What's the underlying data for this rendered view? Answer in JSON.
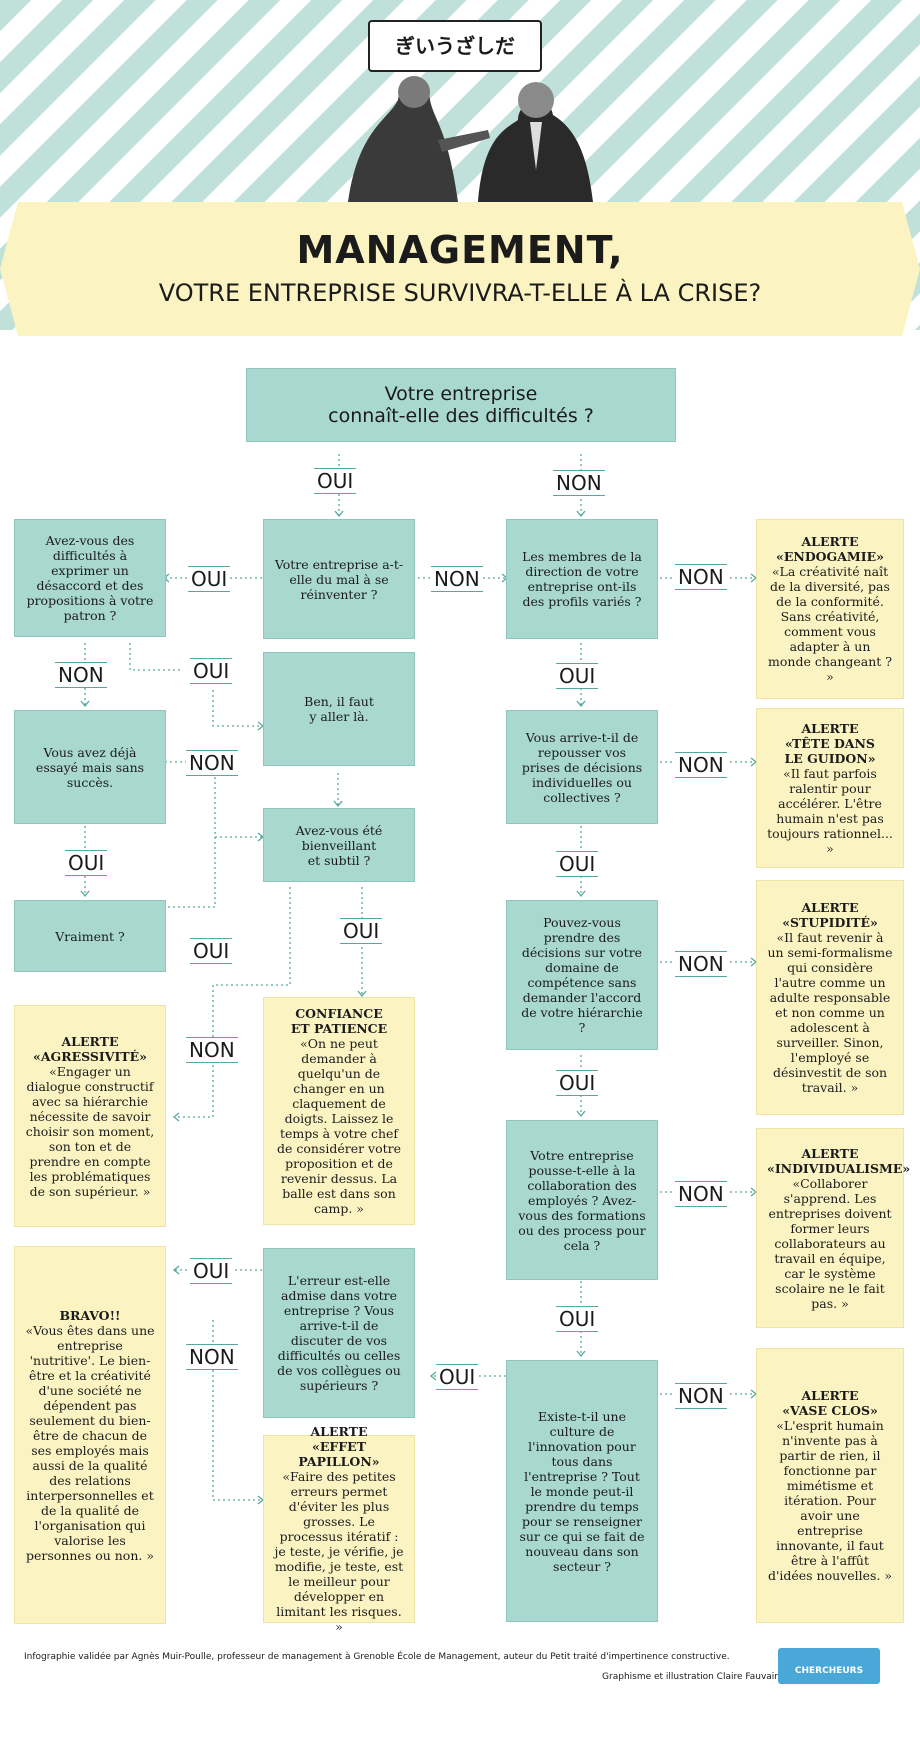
{
  "header": {
    "speech_bubble": "ぎいうざしだ",
    "title_line1": "MANAGEMENT,",
    "title_line2": "VOTRE ENTREPRISE SURVIVRA-T-ELLE À LA CRISE?"
  },
  "nodes": {
    "start": "Votre entreprise\nconnaît-elle des difficultés ?",
    "reinventer": "Votre entreprise a-t-elle du mal à se réinventer ?",
    "profils": "Les membres de la direction de votre entreprise ont-ils des profils variés ?",
    "desaccord": "Avez-vous des difficultés à exprimer un désaccord et des propositions à votre patron ?",
    "ben": "Ben, il faut\ny aller là.",
    "deja": "Vous avez déjà essayé mais sans succès.",
    "bienveillant": "Avez-vous été bienveillant\net subtil ?",
    "vraiment": "Vraiment ?",
    "repousser": "Vous arrive-t-il de repousser vos prises de décisions individuelles ou collectives ?",
    "decisions": "Pouvez-vous prendre des décisions sur votre domaine de compétence sans demander l'accord de votre hiérarchie ?",
    "collaboration": "Votre entreprise pousse-t-elle à la collaboration des employés ? Avez-vous des formations ou des process pour cela ?",
    "innovation": "Existe-t-il une culture de l'innovation pour tous dans l'entreprise ? Tout le monde peut-il prendre du temps pour se renseigner sur ce qui se fait de nouveau dans son secteur ?",
    "erreur": "L'erreur est-elle admise dans votre entreprise ? Vous arrive-t-il de discuter de vos difficultés ou celles de vos collègues ou supérieurs ?"
  },
  "alerts": {
    "endogamie": {
      "title": "ALERTE\n«ENDOGAMIE»",
      "body": "«La créativité naît de la diversité, pas de la conformité. Sans créativité, comment vous adapter à un monde changeant ? »"
    },
    "guidon": {
      "title": "ALERTE\n«TÊTE DANS\nLE GUIDON»",
      "body": "«Il faut parfois ralentir pour accélérer. L'être humain n'est pas toujours rationnel... »"
    },
    "stupidite": {
      "title": "ALERTE\n«STUPIDITÉ»",
      "body": "«Il faut revenir à un semi-formalisme qui considère l'autre comme un adulte responsable et non comme un adolescent à surveiller. Sinon, l'employé se désinvestit de son travail. »"
    },
    "individualisme": {
      "title": "ALERTE\n«INDIVIDUALISME»",
      "body": "«Collaborer s'apprend. Les entreprises doivent former leurs collaborateurs au travail en équipe, car le système scolaire ne le fait pas. »"
    },
    "vaseclos": {
      "title": "ALERTE\n«VASE CLOS»",
      "body": "«L'esprit humain n'invente pas à partir de rien, il fonctionne par mimétisme et itération. Pour avoir une entreprise innovante, il faut être à l'affût d'idées nouvelles. »"
    },
    "agressivite": {
      "title": "ALERTE\n«AGRESSIVITÉ»",
      "body": "«Engager un dialogue constructif avec sa hiérarchie nécessite de savoir choisir son moment, son ton et de prendre en compte les problématiques de son supérieur. »"
    },
    "confiance": {
      "title": "CONFIANCE\nET PATIENCE",
      "body": "«On ne peut demander à quelqu'un de changer en un claquement de doigts. Laissez le temps à votre chef de considérer votre proposition et de revenir dessus. La balle est dans son camp. »"
    },
    "bravo": {
      "title": "BRAVO!!",
      "body": "«Vous êtes dans une entreprise 'nutritive'. Le bien-être et la créativité d'une société ne dépendent pas seulement du bien-être de chacun de ses employés mais aussi de la qualité des relations interpersonnelles et de la qualité de l'organisation qui valorise les personnes ou non. »"
    },
    "papillon": {
      "title": "ALERTE\n«EFFET PAPILLON»",
      "body": "«Faire des petites erreurs permet d'éviter les plus grosses. Le processus itératif : je teste, je vérifie, je modifie, je teste, est le meilleur pour développer en limitant les risques. »"
    }
  },
  "labels": {
    "oui": "OUI",
    "non": "NON"
  },
  "footer": {
    "credits": "Infographie validée par Agnès Muir-Poulle, professeur de management à Grenoble École de Management, auteur du Petit traité d'impertinence constructive.",
    "design": "Graphisme et illustration Claire Fauvain",
    "logo": "CHERCHEURS D'ACTU"
  },
  "colors": {
    "question_box": "#a9d8d0",
    "alert_box": "#fbf4c2",
    "stripe": "#bfe1da",
    "connector": "#57a7a0"
  }
}
